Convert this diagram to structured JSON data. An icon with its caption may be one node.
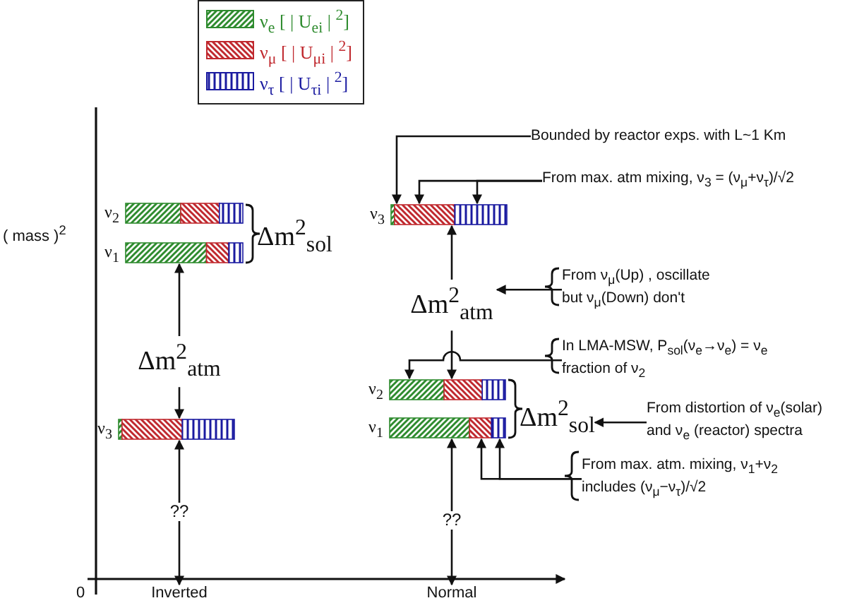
{
  "diagram": {
    "nodes": [
      {
        "text": [],
        "shape": "bar",
        "beside": [
          "ν$_{2}$"
        ]
      },
      {
        "text": [],
        "shape": "bar",
        "beside": [
          "ν$_{1}$"
        ]
      },
      {
        "text": [
          "Δm$^{2}$$_{sol}$"
        ]
      },
      {
        "text": [
          "Δm$^{2}$$_{atm}$"
        ]
      },
      {
        "text": [],
        "shape": "bar",
        "beside": [
          "ν$_{3}$"
        ]
      },
      {
        "text": [
          "??"
        ]
      },
      {
        "text": [
          "Bounded by reactor exps. with L~1 Km"
        ]
      },
      {
        "text": [
          "From max. atm mixing, ν$_{3}$ = (ν$_{μ}$+ν$_{τ}$)/√2"
        ]
      },
      {
        "text": [],
        "shape": "bar",
        "beside": [
          "ν$_{3}$"
        ]
      },
      {
        "text": [
          "Δm$^{2}$$_{atm}$"
        ]
      },
      {
        "text": [
          "From ν$_{μ}$(Up) , oscillate but ν$_{μ}$(Down) don't"
        ]
      },
      {
        "text": [
          "In LMA-MSW, P$_{sol}$(ν$_{e}$→ν$_{e}$) = ν$_{e}$ fraction of ν$_{2}$"
        ]
      },
      {
        "text": [],
        "shape": "bar",
        "beside": [
          "ν$_{2}$"
        ]
      },
      {
        "text": [
          "Δm$^{2}$$_{sol}$"
        ]
      },
      {
        "text": [
          "From distortion of ν$_{e}$(solar) and ν$_{e}$ (reactor) spectra"
        ]
      },
      {
        "text": [],
        "shape": "bar",
        "beside": [
          "ν$_{1}$"
        ]
      },
      {
        "text": [
          "From max. atm. mixing, ν$_{1}$+ν$_{2}$ includes (ν$_{μ}$−ν$_{τ}$)/√2"
        ]
      },
      {
        "text": [
          "??"
        ]
      },
      {
        "text": [
          "Inverted"
        ]
      },
      {
        "text": [
          "Normal"
        ]
      }
    ],
    "edges": [
      {
        "from": 3,
        "to": 1,
        "arrow": "to"
      },
      {
        "from": 3,
        "to": 4,
        "arrow": "to"
      },
      {
        "from": 5,
        "to": 4,
        "arrow": "to"
      },
      {
        "from": 5,
        "to": 18,
        "arrow": "to"
      },
      {
        "from": 6,
        "to": 8,
        "arrow": "to"
      },
      {
        "from": 7,
        "to": 8,
        "arrow": "to"
      },
      {
        "from": 7,
        "to": 8,
        "arrow": "to"
      },
      {
        "from": 9,
        "to": 8,
        "arrow": "to"
      },
      {
        "from": 9,
        "to": 12,
        "arrow": "to"
      },
      {
        "from": 10,
        "to": 9,
        "arrow": "to"
      },
      {
        "from": 11,
        "to": 12,
        "arrow": "to"
      },
      {
        "from": 14,
        "to": 13,
        "arrow": "to"
      },
      {
        "from": 16,
        "to": 15,
        "arrow": "to"
      },
      {
        "from": 16,
        "to": 15,
        "arrow": "to"
      },
      {
        "from": 17,
        "to": 15,
        "arrow": "to"
      },
      {
        "from": 17,
        "to": 19,
        "arrow": "to"
      }
    ],
    "labels": [
      "( mass )$^{2}$",
      "0"
    ],
    "legend": [
      {
        "text": "ν$_{e}$ [ | U$_{ei}$ | $^{2}$]",
        "color": "#2e8b2e"
      },
      {
        "text": "ν$_{μ}$ [ | U$_{μi}$ | $^{2}$]",
        "color": "#c0282e"
      },
      {
        "text": "ν$_{τ}$ [ | U$_{τi}$ | $^{2}$]",
        "color": "#1a1aa0"
      }
    ]
  }
}
